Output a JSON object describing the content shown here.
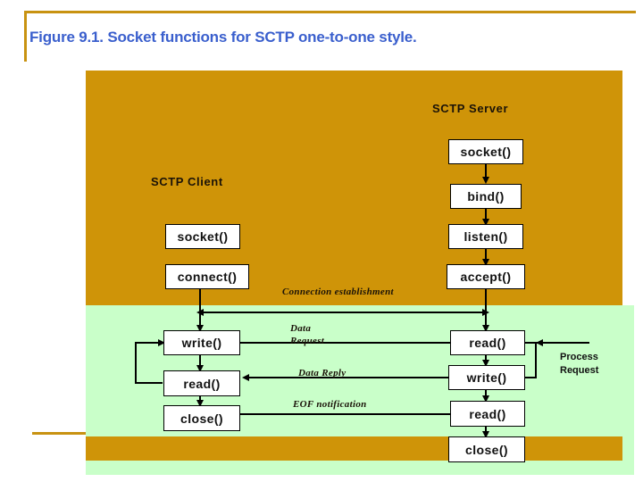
{
  "figure": {
    "title": "Figure 9.1. Socket functions for SCTP one-to-one style.",
    "title_color": "#3a5fcd",
    "rule_color": "#c89211"
  },
  "palette": {
    "band_gold": "#cf9408",
    "band_green": "#c9ffc9",
    "box_fill": "#ffffff",
    "line": "#000000"
  },
  "columns": {
    "client": {
      "heading": "SCTP Client",
      "steps": [
        {
          "label": "socket()"
        },
        {
          "label": "connect()"
        },
        {
          "label": "write()"
        },
        {
          "label": "read()"
        },
        {
          "label": "close()"
        }
      ]
    },
    "server": {
      "heading": "SCTP Server",
      "steps": [
        {
          "label": "socket()"
        },
        {
          "label": "bind()"
        },
        {
          "label": "listen()"
        },
        {
          "label": "accept()"
        },
        {
          "label": "read()"
        },
        {
          "label": "write()"
        },
        {
          "label": "read()"
        },
        {
          "label": "close()"
        }
      ]
    }
  },
  "annotations": {
    "connection_establishment": "Connection establishment",
    "data_request_line1": "Data",
    "data_request_line2": "Request",
    "data_reply": "Data Reply",
    "eof_notification": "EOF notification",
    "process_request_line1": "Process",
    "process_request_line2": "Request"
  }
}
